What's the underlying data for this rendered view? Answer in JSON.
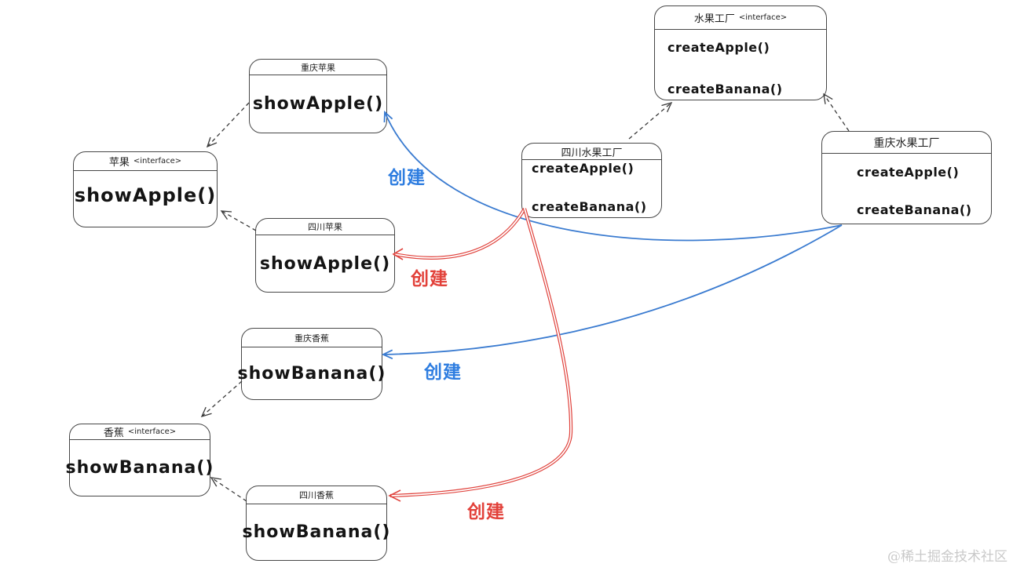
{
  "diagram": {
    "nodes": {
      "fruitFactoryInterface": {
        "title": "水果工厂",
        "tag": "<interface>",
        "methods": [
          "createApple()",
          "createBanana()"
        ]
      },
      "sichuanFactory": {
        "title": "四川水果工厂",
        "methods": [
          "createApple()",
          "createBanana()"
        ]
      },
      "chongqingFactory": {
        "title": "重庆水果工厂",
        "methods": [
          "createApple()",
          "createBanana()"
        ]
      },
      "appleInterface": {
        "title": "苹果",
        "tag": "<interface>",
        "methods": [
          "showApple()"
        ]
      },
      "chongqingApple": {
        "title": "重庆苹果",
        "methods": [
          "showApple()"
        ]
      },
      "sichuanApple": {
        "title": "四川苹果",
        "methods": [
          "showApple()"
        ]
      },
      "bananaInterface": {
        "title": "香蕉",
        "tag": "<interface>",
        "methods": [
          "showBanana()"
        ]
      },
      "chongqingBanana": {
        "title": "重庆香蕉",
        "methods": [
          "showBanana()"
        ]
      },
      "sichuanBanana": {
        "title": "四川香蕉",
        "methods": [
          "showBanana()"
        ]
      }
    },
    "edges": [
      {
        "from": "重庆苹果",
        "to": "苹果",
        "type": "implements",
        "style": "dashed"
      },
      {
        "from": "四川苹果",
        "to": "苹果",
        "type": "implements",
        "style": "dashed"
      },
      {
        "from": "四川水果工厂",
        "to": "水果工厂",
        "type": "implements",
        "style": "dashed"
      },
      {
        "from": "重庆水果工厂",
        "to": "水果工厂",
        "type": "implements",
        "style": "dashed"
      },
      {
        "from": "重庆香蕉",
        "to": "香蕉",
        "type": "implements",
        "style": "dashed"
      },
      {
        "from": "四川香蕉",
        "to": "香蕉",
        "type": "implements",
        "style": "dashed"
      },
      {
        "from": "重庆水果工厂",
        "to": "重庆苹果",
        "type": "creates",
        "style": "solid",
        "color": "#2e7de0",
        "label": "创建"
      },
      {
        "from": "重庆水果工厂",
        "to": "重庆香蕉",
        "type": "creates",
        "style": "solid",
        "color": "#2e7de0",
        "label": "创建"
      },
      {
        "from": "四川水果工厂",
        "to": "四川苹果",
        "type": "creates",
        "style": "solid-double",
        "color": "#e2413a",
        "label": "创建"
      },
      {
        "from": "四川水果工厂",
        "to": "四川香蕉",
        "type": "creates",
        "style": "solid-double",
        "color": "#e2413a",
        "label": "创建"
      }
    ],
    "colors": {
      "blue_accent": "#2e7de0",
      "red_accent": "#e2413a",
      "stroke": "#3a3a3a",
      "watermark": "#c9c9c9"
    }
  },
  "watermark": "@稀土掘金技术社区"
}
